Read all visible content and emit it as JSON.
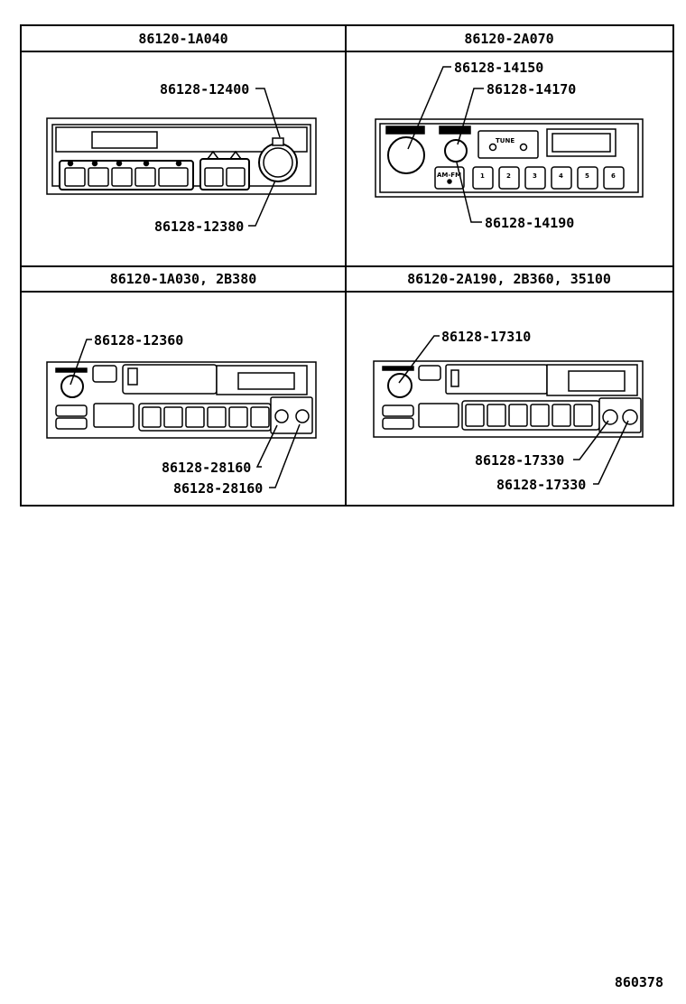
{
  "panels": [
    {
      "header": "86120-1A040",
      "callouts": [
        "86128-12400",
        "86128-12380"
      ]
    },
    {
      "header": "86120-2A070",
      "callouts": [
        "86128-14150",
        "86128-14170",
        "86128-14190"
      ],
      "unit_text": {
        "tune": "TUNE",
        "am_fm": "AM-FM",
        "presets": [
          "1",
          "2",
          "3",
          "4",
          "5",
          "6"
        ]
      }
    },
    {
      "header": "86120-1A030, 2B380",
      "callouts": [
        "86128-12360",
        "86128-28160",
        "86128-28160"
      ]
    },
    {
      "header": "86120-2A190, 2B360, 35100",
      "callouts": [
        "86128-17310",
        "86128-17330",
        "86128-17330"
      ]
    }
  ],
  "figure_number": "860378"
}
